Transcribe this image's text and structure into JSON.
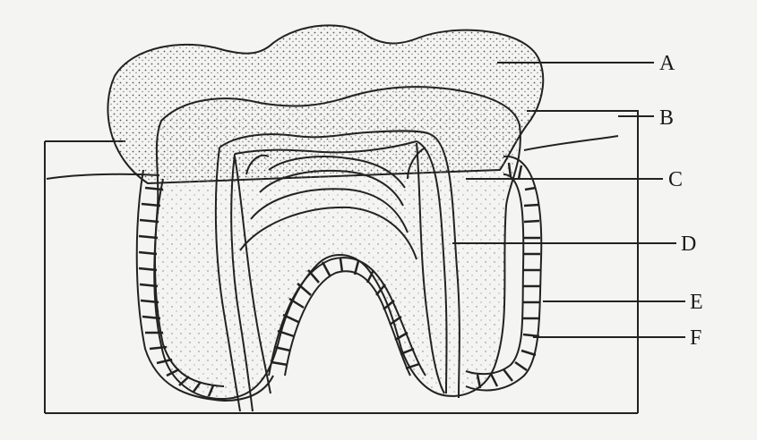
{
  "labels": [
    "A",
    "B",
    "C",
    "D",
    "E",
    "F"
  ],
  "colors": {
    "ink": "#1a1a1a",
    "paper": "#f4f4f2",
    "stipple": "#6a6a6a"
  }
}
